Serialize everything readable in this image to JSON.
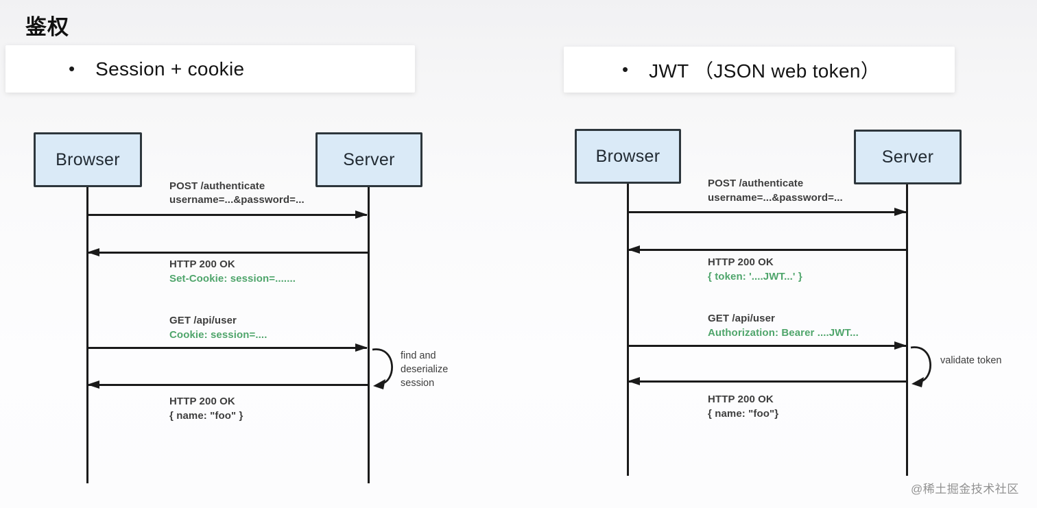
{
  "page": {
    "title": "鉴权",
    "watermark": "@稀土掘金技术社区"
  },
  "colors": {
    "actor_box_fill": "#daeaf7",
    "actor_box_border": "#2d363c",
    "highlight_green": "#4fa56b",
    "line_black": "#1a1a1a"
  },
  "cards": {
    "left": {
      "bullet": "•",
      "label": "Session + cookie"
    },
    "right": {
      "bullet": "•",
      "label": "JWT （JSON web token）"
    }
  },
  "diagrams": {
    "session": {
      "actors": {
        "browser": "Browser",
        "server": "Server"
      },
      "messages": {
        "m1a": "POST /authenticate",
        "m1b": "username=...&password=...",
        "m2a": "HTTP 200 OK",
        "m2b": "Set-Cookie: session=.......",
        "m3a": "GET /api/user",
        "m3b": "Cookie: session=....",
        "m4a": "HTTP 200 OK",
        "m4b": "{ name: \"foo\" }",
        "note": "find and deserialize session"
      }
    },
    "jwt": {
      "actors": {
        "browser": "Browser",
        "server": "Server"
      },
      "messages": {
        "m1a": "POST /authenticate",
        "m1b": "username=...&password=...",
        "m2a": "HTTP 200 OK",
        "m2b": "{ token: '....JWT...' }",
        "m3a": "GET /api/user",
        "m3b": "Authorization: Bearer ....JWT...",
        "m4a": "HTTP 200 OK",
        "m4b": "{ name: \"foo\"}",
        "note": "validate token"
      }
    }
  }
}
